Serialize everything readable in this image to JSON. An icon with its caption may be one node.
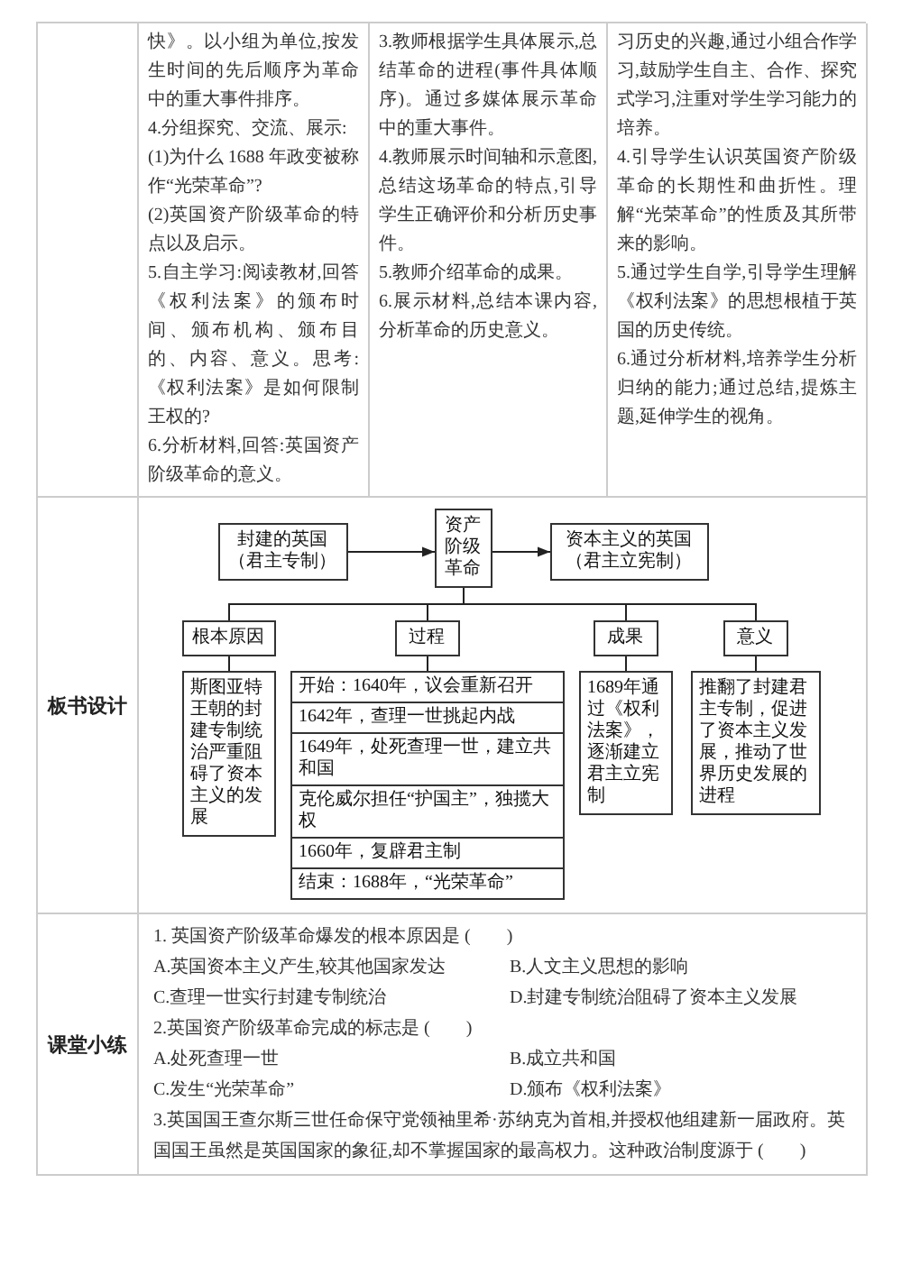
{
  "diagram": {
    "nodes": [
      {
        "text": [
          "封建的英国（君主专制）"
        ]
      },
      {
        "text": [
          "资产阶级革命"
        ]
      },
      {
        "text": [
          "资本主义的英国（君主立宪制）"
        ]
      },
      {
        "text": [
          "根本原因"
        ]
      },
      {
        "text": [
          "过程"
        ]
      },
      {
        "text": [
          "成果"
        ]
      },
      {
        "text": [
          "意义"
        ]
      },
      {
        "text": [
          "斯图亚特王朝的封建专制统治严重阻碍了资本主义的发展"
        ]
      },
      {
        "text": [
          "开始：1640年，议会重新召开",
          "1642年，查理一世挑起内战",
          "1649年，处死查理一世，建立共和国",
          "克伦威尔担任“护国主”，独揽大权",
          "1660年，复辟君主制",
          "结束：1688年，“光荣革命”"
        ]
      },
      {
        "text": [
          "1689年通过《权利法案》，逐渐建立君主立宪制"
        ]
      },
      {
        "text": [
          "推翻了封建君主专制，促进了资本主义发展，推动了世界历史发展的进程"
        ]
      }
    ],
    "edges": [
      {
        "from": 0,
        "to": 1,
        "arrow": "to"
      },
      {
        "from": 1,
        "to": 2,
        "arrow": "to"
      },
      {
        "from": 1,
        "to": 3,
        "arrow": "none"
      },
      {
        "from": 1,
        "to": 4,
        "arrow": "none"
      },
      {
        "from": 1,
        "to": 5,
        "arrow": "none"
      },
      {
        "from": 1,
        "to": 6,
        "arrow": "none"
      },
      {
        "from": 3,
        "to": 7,
        "arrow": "none"
      },
      {
        "from": 4,
        "to": 8,
        "arrow": "none"
      },
      {
        "from": 5,
        "to": 9,
        "arrow": "none"
      },
      {
        "from": 6,
        "to": 10,
        "arrow": "none"
      }
    ],
    "labels": [
      "快》。以小组为单位,按发生时间的先后顺序为革命中的重大事件排序。",
      "4.分组探究、交流、展示:",
      "(1)为什么 1688 年政变被称作“光荣革命”?",
      "(2)英国资产阶级革命的特点以及启示。",
      "5.自主学习:阅读教材,回答《权利法案》的颁布时间、颁布机构、颁布目的、内容、意义。思考:《权利法案》是如何限制王权的?",
      "6.分析材料,回答:英国资产阶级革命的意义。",
      "3.教师根据学生具体展示,总结革命的进程(事件具体顺序)。通过多媒体展示革命中的重大事件。",
      "4.教师展示时间轴和示意图,总结这场革命的特点,引导学生正确评价和分析历史事件。",
      "5.教师介绍革命的成果。",
      "6.展示材料,总结本课内容,分析革命的历史意义。",
      "习历史的兴趣,通过小组合作学习,鼓励学生自主、合作、探究式学习,注重对学生学习能力的培养。",
      "4.引导学生认识英国资产阶级革命的长期性和曲折性。理解“光荣革命”的性质及其所带来的影响。",
      "5.通过学生自学,引导学生理解《权利法案》的思想根植于英国的历史传统。",
      "6.通过分析材料,培养学生分析归纳的能力;通过总结,提炼主题,延伸学生的视角。",
      "板书设计",
      "课堂小练",
      "1. 英国资产阶级革命爆发的根本原因是 (　　)",
      "A.英国资本主义产生,较其他国家发达",
      "B.人文主义思想的影响",
      "C.查理一世实行封建专制统治",
      "D.封建专制统治阻碍了资本主义发展",
      "2.英国资产阶级革命完成的标志是 (　　)",
      "A.处死查理一世",
      "B.成立共和国",
      "C.发生“光荣革命”",
      "D.颁布《权利法案》",
      "3.英国国王查尔斯三世任命保守党领袖里希·苏纳克为首相,并授权他组建新一届政府。英国国王虽然是英国国家的象征,却不掌握国家的最高权力。这种政治制度源于 (　　)"
    ]
  }
}
